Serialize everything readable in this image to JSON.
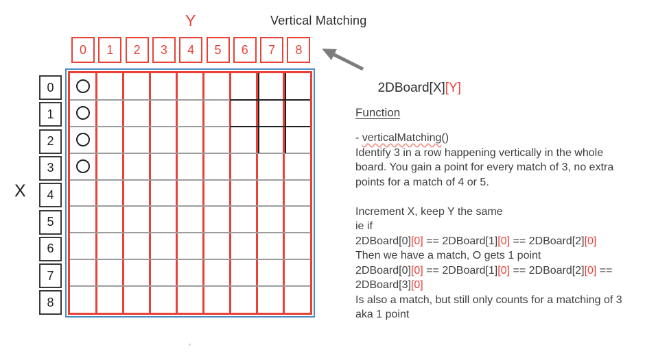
{
  "title": "Vertical Matching",
  "axis": {
    "y_label": "Y",
    "x_label": "X"
  },
  "board_ref": {
    "prefix": "2DBoard[X]",
    "highlight": "[Y]"
  },
  "column_headers": [
    "0",
    "1",
    "2",
    "3",
    "4",
    "5",
    "6",
    "7",
    "8"
  ],
  "row_headers": [
    "0",
    "1",
    "2",
    "3",
    "4",
    "5",
    "6",
    "7",
    "8"
  ],
  "board": {
    "rows": 9,
    "cols": 9,
    "o_mark_cells": [
      [
        0,
        0
      ],
      [
        1,
        0
      ],
      [
        2,
        0
      ],
      [
        3,
        0
      ]
    ],
    "highlight_region": {
      "row_start": 0,
      "row_end": 2,
      "col_start": 6,
      "col_end": 8
    }
  },
  "function_panel": {
    "heading": "Function",
    "lines": [
      {
        "segments": [
          {
            "t": "- "
          },
          {
            "t": "verticalMatching",
            "s": "squiggle"
          },
          {
            "t": "()"
          }
        ]
      },
      {
        "segments": [
          {
            "t": "Identify 3 in a row happening vertically in the whole"
          }
        ]
      },
      {
        "segments": [
          {
            "t": "board. You gain a point for every match of 3, no extra"
          }
        ]
      },
      {
        "segments": [
          {
            "t": "points for a match of 4 or 5."
          }
        ]
      },
      {
        "segments": []
      },
      {
        "segments": [
          {
            "t": "Increment X, keep Y the same"
          }
        ]
      },
      {
        "segments": [
          {
            "t": "ie if"
          }
        ]
      },
      {
        "segments": [
          {
            "t": "2DBoard[0]"
          },
          {
            "t": "[0]",
            "s": "red"
          },
          {
            "t": " == 2DBoard[1]"
          },
          {
            "t": "[0]",
            "s": "red"
          },
          {
            "t": " == 2DBoard[2]"
          },
          {
            "t": "[0]",
            "s": "red"
          }
        ]
      },
      {
        "segments": [
          {
            "t": "Then we have a match, O gets 1 point"
          }
        ]
      },
      {
        "segments": [
          {
            "t": "2DBoard[0]"
          },
          {
            "t": "[0]",
            "s": "red"
          },
          {
            "t": " == 2DBoard[1]"
          },
          {
            "t": "[0]",
            "s": "red"
          },
          {
            "t": " == 2DBoard[2]"
          },
          {
            "t": "[0]",
            "s": "red"
          },
          {
            "t": " =="
          }
        ]
      },
      {
        "segments": [
          {
            "t": "2DBoard[3]"
          },
          {
            "t": "[0]",
            "s": "red"
          }
        ]
      },
      {
        "segments": [
          {
            "t": "Is also a match, but still only counts for a matching of 3"
          }
        ]
      },
      {
        "segments": [
          {
            "t": "aka 1 point"
          }
        ]
      }
    ]
  },
  "colors": {
    "accent_red": "#e84138",
    "board_border_blue": "#4a8ac6",
    "grid_line_gray": "#9c9c9c",
    "mark_black": "#1e1e1e",
    "arrow_gray": "#7d7d7d",
    "text": "#3e3e3e"
  }
}
